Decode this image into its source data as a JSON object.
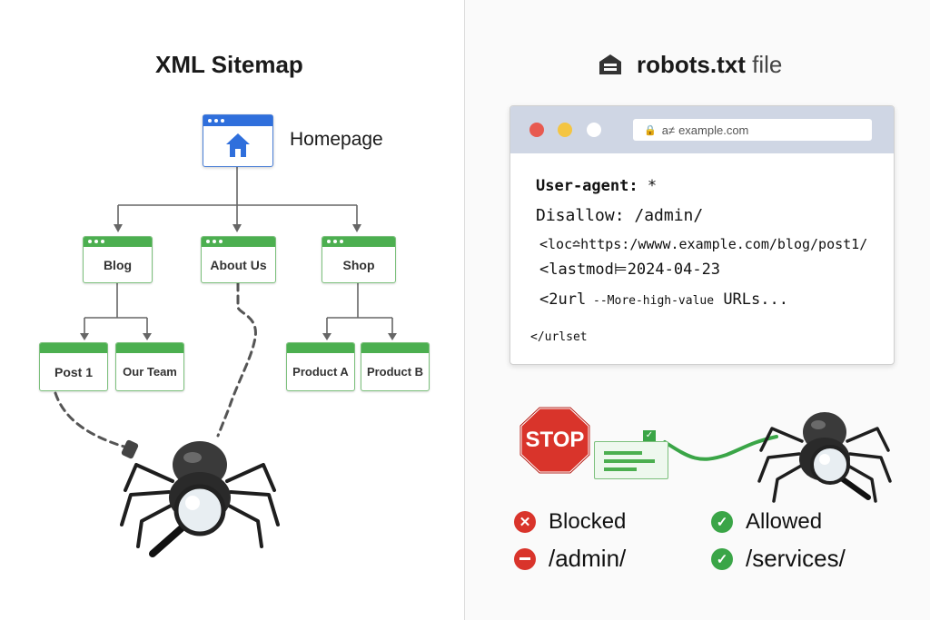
{
  "sitemap": {
    "title": "XML Sitemap",
    "homepage": "Homepage",
    "nodes": {
      "blog": "Blog",
      "about": "About Us",
      "shop": "Shop",
      "post1": "Post 1",
      "team": "Our Team",
      "productA": "Product A",
      "productB": "Product B"
    }
  },
  "robots": {
    "title_bold": "robots.txt",
    "title_rest": " file",
    "url": "example.com",
    "url_prefix": "a≠",
    "lines": {
      "ua_key": "User-agent:",
      "ua_val": " *",
      "disallow": "Disallow: /admin/",
      "loc": "<loc≏https:/wwww.example.com/blog/post1/",
      "lastmod_key": "<lastmod⊨",
      "lastmod_val": "2024-04-23",
      "url_key": "<2url",
      "url_dashes": " --More-high-value",
      "url_tail": " URLs...",
      "urlset": "</urlset"
    },
    "stop_label": "STOP"
  },
  "legend": {
    "blocked": "Blocked",
    "blocked_path": "/admin/",
    "allowed": "Allowed",
    "allowed_path": "/services/"
  },
  "colors": {
    "green": "#4caf50",
    "blue": "#2f6fdc",
    "red": "#d9342b",
    "check": "#3aa547"
  }
}
